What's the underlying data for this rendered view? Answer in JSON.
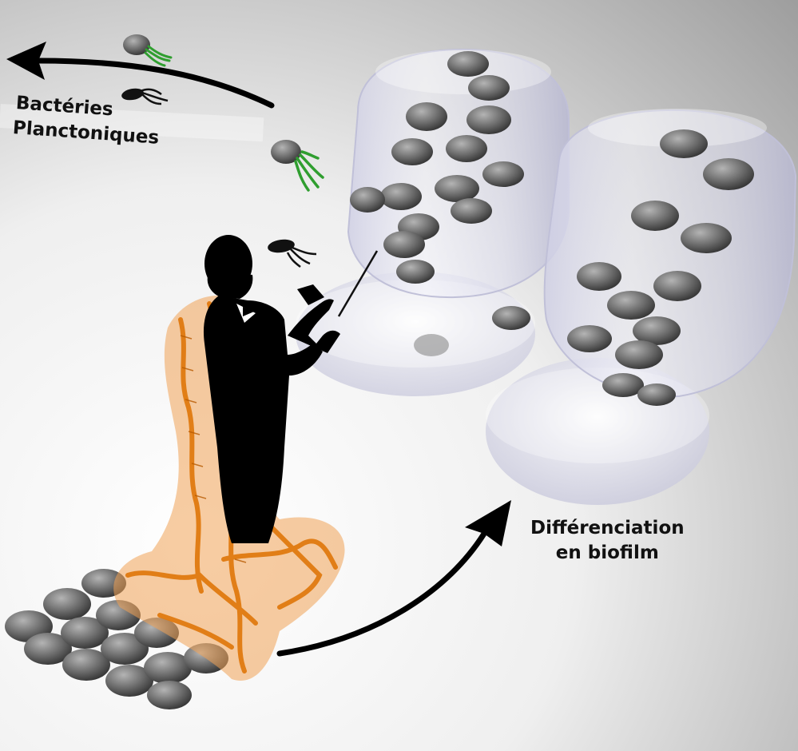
{
  "labels": {
    "planktonic_line1": "Bactéries",
    "planktonic_line2": "Planctoniques",
    "biofilm_line1": "Différenciation",
    "biofilm_line2": "en biofilm"
  },
  "colors": {
    "background_light": "#ffffff",
    "background_dark": "#9a9a9a",
    "bacteria": "#6a6a6a",
    "flagella": "#2f9e2f",
    "protein": "#e07a10",
    "silhouette": "#000000",
    "biofilm_glass": "#d8d8ea",
    "arrow": "#000000"
  }
}
